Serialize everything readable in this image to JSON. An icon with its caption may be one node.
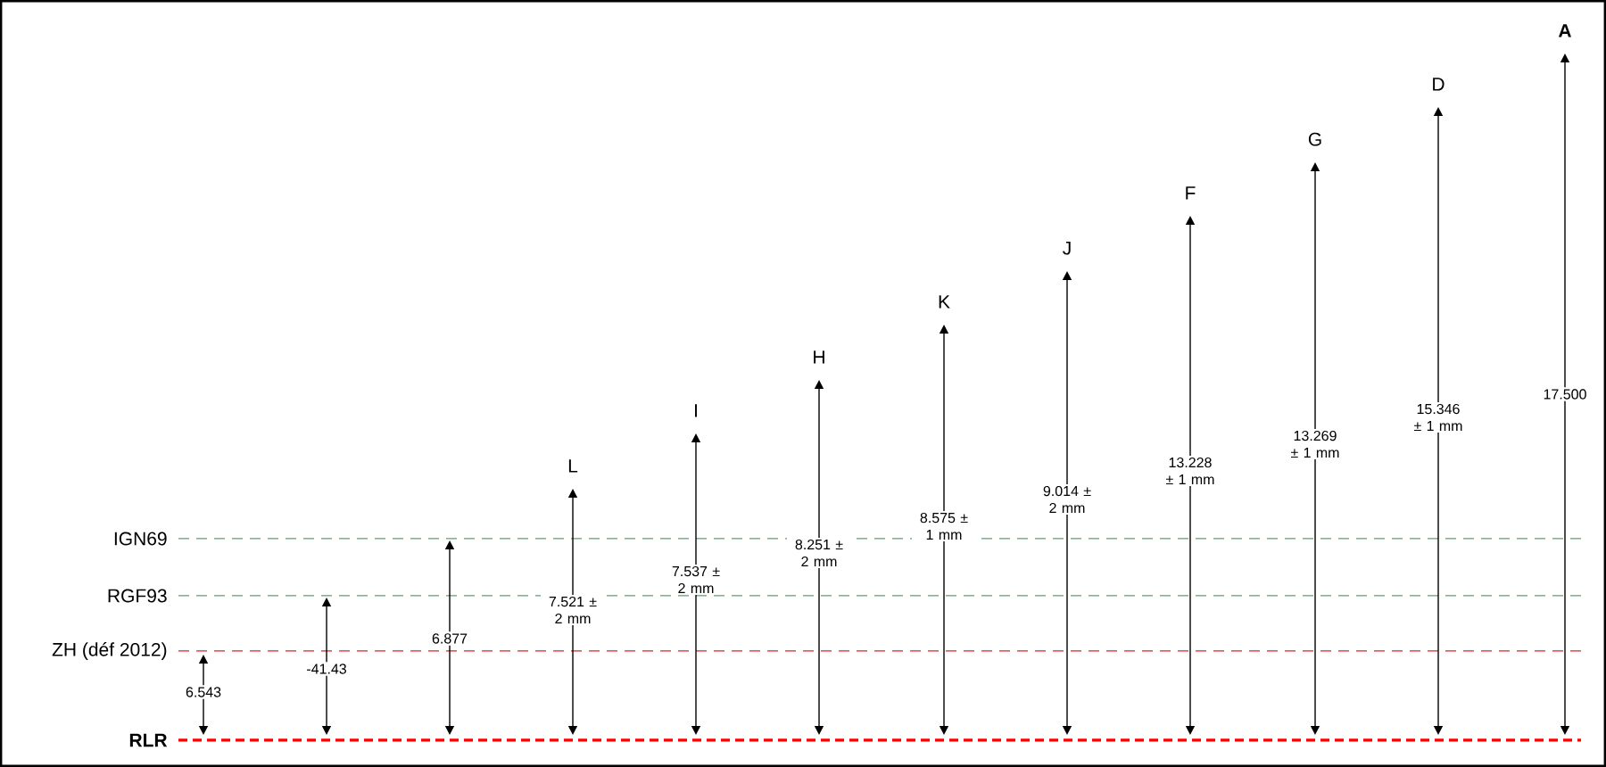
{
  "diagram": {
    "labels": [
      "IGN69",
      "RGF93",
      "ZH (déf 2012)",
      "RLR",
      "6.543",
      "-41.43",
      "6.877",
      "L",
      "7.521 ± 2 mm",
      "I",
      "7.537 ± 2 mm",
      "H",
      "8.251 ± 2 mm",
      "K",
      "8.575 ± 1 mm",
      "J",
      "9.014 ± 2 mm",
      "F",
      "13.228 ± 1 mm",
      "G",
      "13.269 ± 1 mm",
      "D",
      "15.346 ± 1 mm",
      "A",
      "17.500"
    ]
  }
}
